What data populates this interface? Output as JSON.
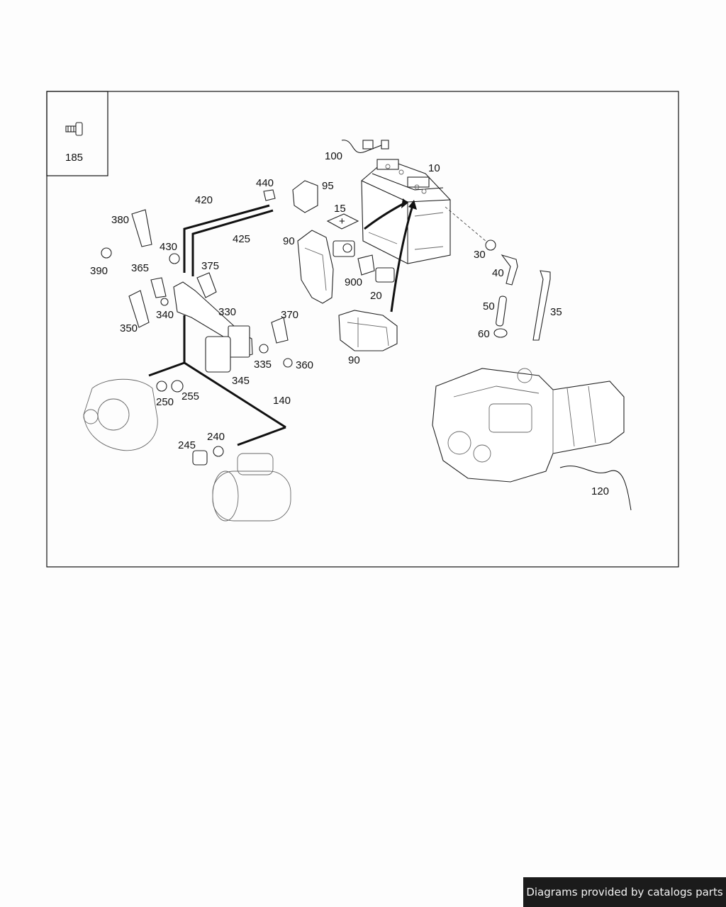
{
  "callouts": {
    "c185": "185",
    "c10": "10",
    "c100": "100",
    "c95": "95",
    "c15": "15",
    "c440": "440",
    "c420": "420",
    "c425": "425",
    "c380": "380",
    "c430": "430",
    "c390": "390",
    "c365": "365",
    "c375": "375",
    "c90a": "90",
    "c90b": "90",
    "c900": "900",
    "c20": "20",
    "c30": "30",
    "c40": "40",
    "c50": "50",
    "c35": "35",
    "c60": "60",
    "c330": "330",
    "c340": "340",
    "c350": "350",
    "c370": "370",
    "c335": "335",
    "c360": "360",
    "c345": "345",
    "c250": "250",
    "c255": "255",
    "c140": "140",
    "c245": "245",
    "c240": "240",
    "c120": "120"
  },
  "footer": {
    "credit": "Diagrams provided by catalogs parts"
  }
}
